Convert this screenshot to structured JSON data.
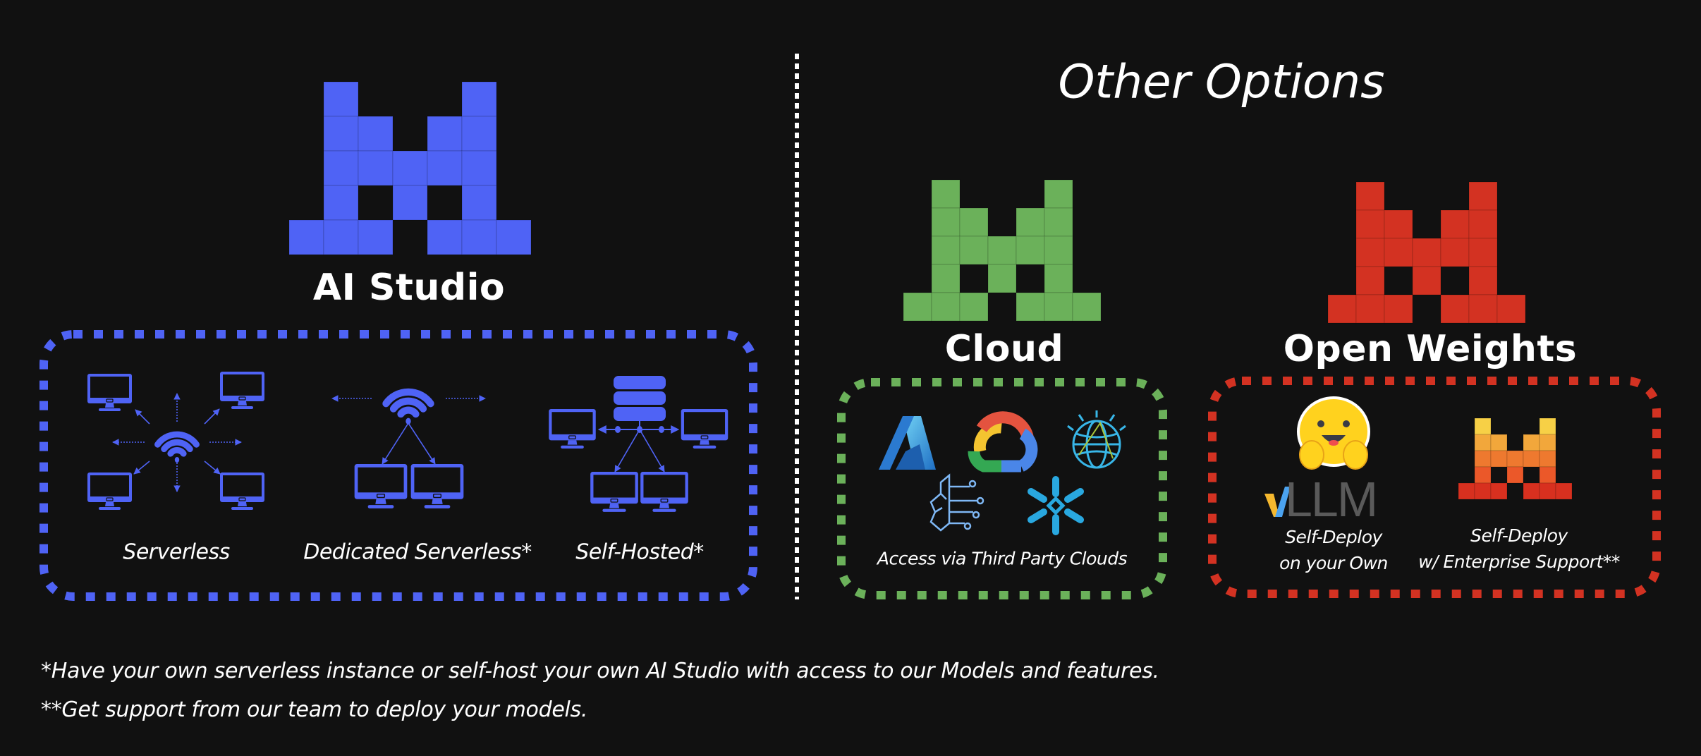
{
  "colors": {
    "background": "#111111",
    "ai_studio_blue": "#4F63F5",
    "cloud_green": "#6BB15A",
    "open_weights_red": "#D33222",
    "text": "#FFFFFF"
  },
  "ai_studio": {
    "title": "AI Studio",
    "options": [
      {
        "label": "Serverless",
        "icon": "wifi-broadcast-network-icon"
      },
      {
        "label": "Dedicated Serverless*",
        "icon": "wifi-dedicated-network-icon"
      },
      {
        "label": "Self-Hosted*",
        "icon": "server-network-icon"
      }
    ]
  },
  "other_options": {
    "heading": "Other Options",
    "cloud": {
      "title": "Cloud",
      "providers": [
        "azure-icon",
        "google-cloud-icon",
        "ibm-watsonx-icon",
        "brain-circuit-icon",
        "snowflake-icon"
      ],
      "caption": "Access via Third Party Clouds"
    },
    "open_weights": {
      "title": "Open Weights",
      "self_deploy": {
        "line1": "Self-Deploy",
        "line2": "on your Own",
        "icons": [
          "hugging-face-icon",
          "vllm-logo"
        ],
        "vllm_logo_text": "LLM"
      },
      "enterprise": {
        "line1": "Self-Deploy",
        "line2": "w/ Enterprise Support**",
        "icon": "mistral-gradient-logo"
      }
    }
  },
  "footnotes": [
    "*Have your own serverless instance or self-host your own AI Studio with access to our Models and features.",
    "**Get support from our team to deploy your models."
  ]
}
